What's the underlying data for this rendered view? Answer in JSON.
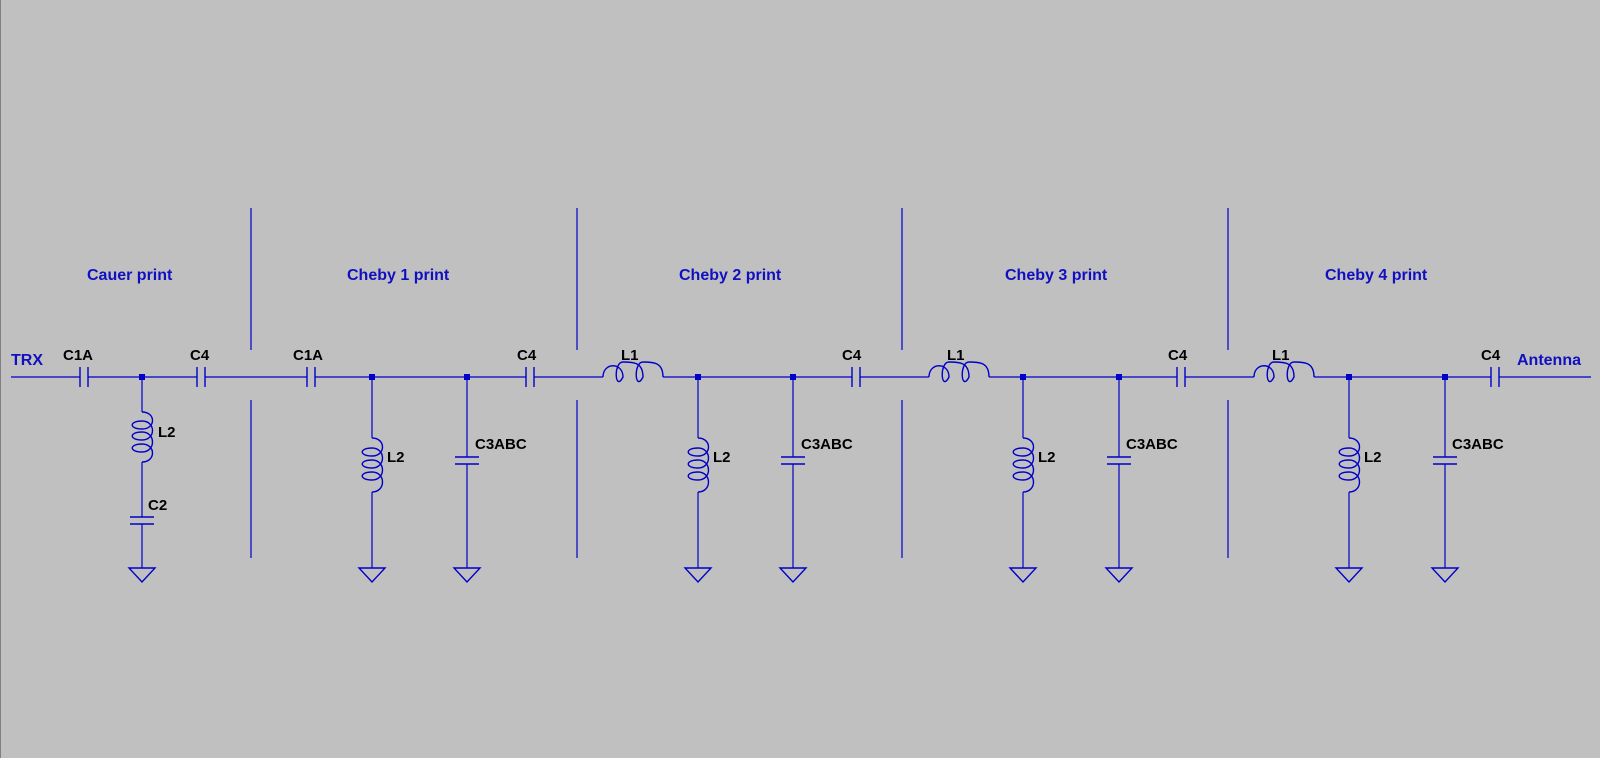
{
  "ports": {
    "input": "TRX",
    "output": "Antenna"
  },
  "sections": [
    {
      "title": "Cauer print",
      "series": [
        "C1A",
        "C4"
      ],
      "shunt": [
        "L2",
        "C2"
      ]
    },
    {
      "title": "Cheby 1 print",
      "series": [
        "C1A",
        "C4"
      ],
      "shunt": [
        "L2",
        "C3ABC"
      ]
    },
    {
      "title": "Cheby 2  print",
      "series": [
        "L1",
        "C4"
      ],
      "shunt": [
        "L2",
        "C3ABC"
      ]
    },
    {
      "title": "Cheby 3  print",
      "series": [
        "L1",
        "C4"
      ],
      "shunt": [
        "L2",
        "C3ABC"
      ]
    },
    {
      "title": "Cheby 4  print",
      "series": [
        "L1",
        "C4"
      ],
      "shunt": [
        "L2",
        "C3ABC"
      ]
    }
  ],
  "colors": {
    "background": "#c0c0c0",
    "wire": "#0000c8",
    "section_label": "#1010c0",
    "part_label": "#000000"
  }
}
